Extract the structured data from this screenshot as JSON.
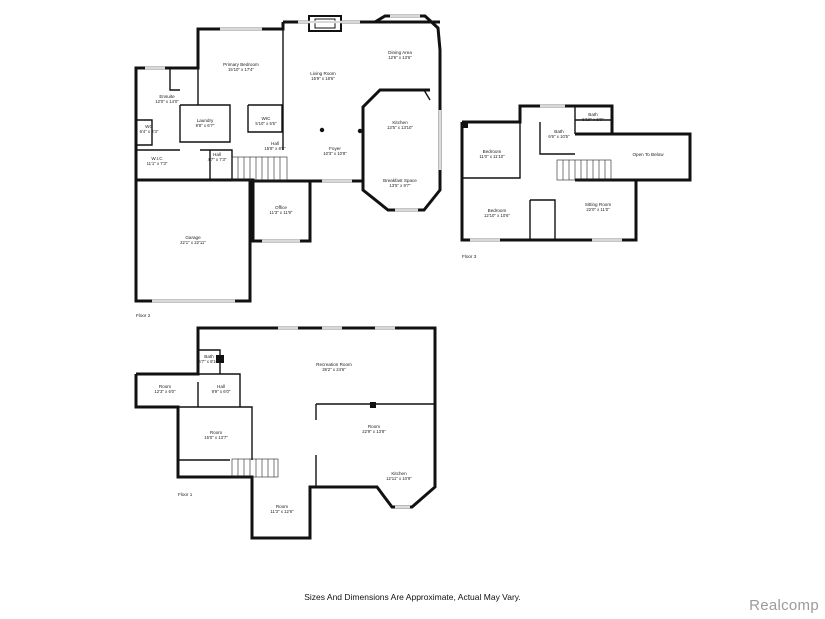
{
  "floors": [
    {
      "label": "Floor 2",
      "rooms": [
        {
          "name": "Primary Bedroom",
          "dims": "15'10\" x 17'4\""
        },
        {
          "name": "Living Room",
          "dims": "15'9\" x 18'6\""
        },
        {
          "name": "Dining Area",
          "dims": "12'6\" x 13'6\""
        },
        {
          "name": "Ensuite",
          "dims": "12'0\" x 14'0\""
        },
        {
          "name": "WC",
          "dims": "6'4\" x 3'3\""
        },
        {
          "name": "Laundry",
          "dims": "8'8\" x 6'7\""
        },
        {
          "name": "WIC",
          "dims": "5'10\" x 5'5\""
        },
        {
          "name": "Kitchen",
          "dims": "13'5\" x 13'10\""
        },
        {
          "name": "W.I.C",
          "dims": "11'1\" x 7'3\""
        },
        {
          "name": "Hall",
          "dims": "4'7\" x 7'3\""
        },
        {
          "name": "Hall",
          "dims": "15'8\" x 8'5\""
        },
        {
          "name": "Foyer",
          "dims": "10'3\" x 10'8\""
        },
        {
          "name": "Breakfast Space",
          "dims": "13'5\" x 9'7\""
        },
        {
          "name": "Office",
          "dims": "11'3\" x 11'9\""
        },
        {
          "name": "Garage",
          "dims": "22'1\" x 22'11\""
        }
      ]
    },
    {
      "label": "Floor 3",
      "rooms": [
        {
          "name": "Bath",
          "dims": "5'10\" x 5'0\""
        },
        {
          "name": "Bath",
          "dims": "6'6\" x 10'5\""
        },
        {
          "name": "Bedroom",
          "dims": "11'0\" x 11'10\""
        },
        {
          "name": "Open To Below",
          "dims": ""
        },
        {
          "name": "Bedroom",
          "dims": "12'10\" x 10'6\""
        },
        {
          "name": "Sitting Room",
          "dims": "22'0\" x 11'0\""
        }
      ]
    },
    {
      "label": "Floor 1",
      "rooms": [
        {
          "name": "Bath",
          "dims": "6'7\" x 8'10\""
        },
        {
          "name": "Recreation Room",
          "dims": "36'2\" x 24'6\""
        },
        {
          "name": "Room",
          "dims": "12'3\" x 6'0\""
        },
        {
          "name": "Hall",
          "dims": "9'9\" x 6'0\""
        },
        {
          "name": "Room",
          "dims": "15'0\" x 13'7\""
        },
        {
          "name": "Room",
          "dims": "22'9\" x 13'8\""
        },
        {
          "name": "Kitchen",
          "dims": "12'11\" x 10'9\""
        },
        {
          "name": "Room",
          "dims": "11'3\" x 12'6\""
        }
      ]
    }
  ],
  "disclaimer": "Sizes And Dimensions Are Approximate, Actual May Vary.",
  "brand": "Realcomp",
  "colors": {
    "walls": "#111111",
    "background": "#ffffff",
    "brand": "#9b9b9b"
  }
}
